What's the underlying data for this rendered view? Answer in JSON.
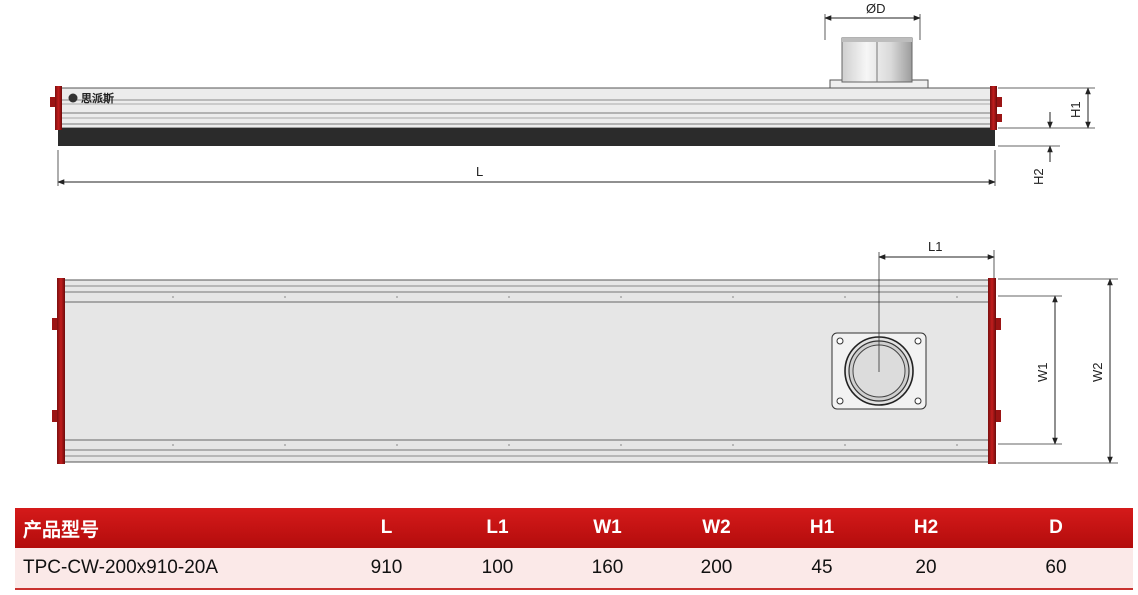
{
  "dimension_labels": {
    "diameter": "ØD",
    "length_side": "L",
    "h1": "H1",
    "h2": "H2",
    "l1": "L1",
    "w1": "W1",
    "w2": "W2"
  },
  "side_view": {
    "logo_text": "思派斯"
  },
  "colors": {
    "end_cap": "#b01818",
    "rail": "#e9e9e9",
    "rail_shade": "#7d7d7d",
    "base_strip": "#2b2b2b",
    "header_red": "#c41010",
    "row_tint": "#fbe9e8"
  },
  "spec_table": {
    "headers": [
      "产品型号",
      "L",
      "L1",
      "W1",
      "W2",
      "H1",
      "H2",
      "D"
    ],
    "rows": [
      [
        "TPC-CW-200x910-20A",
        "910",
        "100",
        "160",
        "200",
        "45",
        "20",
        "60"
      ]
    ]
  }
}
